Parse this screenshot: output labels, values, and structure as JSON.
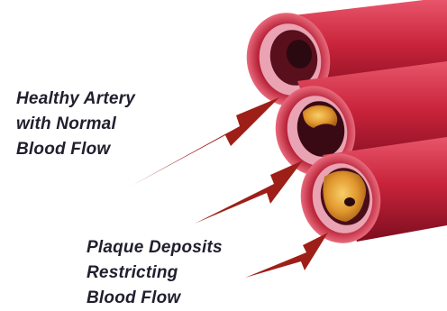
{
  "healthy_label": {
    "lines": [
      "Healthy Artery",
      "with Normal",
      "Blood Flow"
    ]
  },
  "plaque_label": {
    "lines": [
      "Plaque Deposits",
      "Restricting",
      "Blood Flow"
    ]
  },
  "colors": {
    "artery_wall": "#c8233a",
    "artery_shadow": "#8e1024",
    "lumen_dark": "#2a0a10",
    "plaque": "#e8a63a",
    "arrow": "#9e1f18"
  }
}
